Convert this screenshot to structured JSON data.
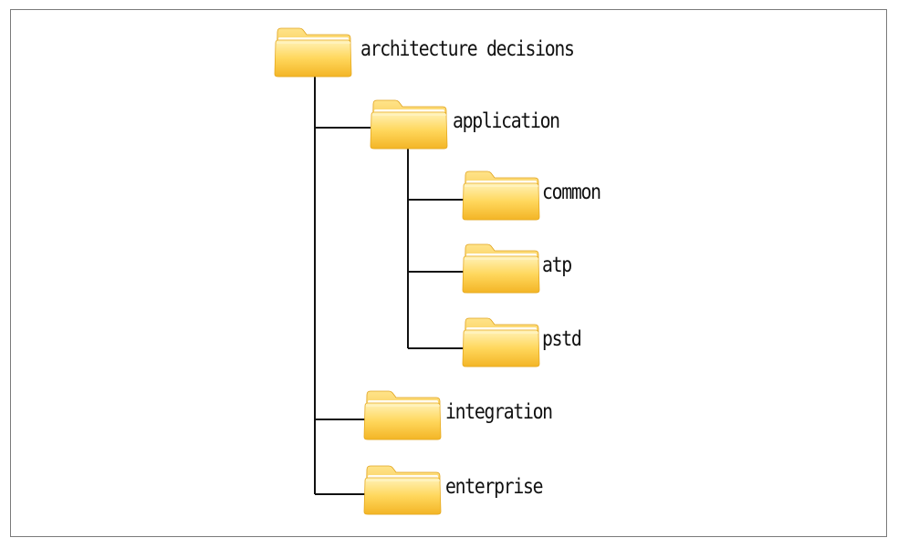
{
  "tree": {
    "root": {
      "label": "architecture decisions",
      "icon": "folder-icon"
    },
    "application": {
      "label": "application",
      "icon": "folder-icon"
    },
    "common": {
      "label": "common",
      "icon": "folder-icon"
    },
    "atp": {
      "label": "atp",
      "icon": "folder-icon"
    },
    "pstd": {
      "label": "pstd",
      "icon": "folder-icon"
    },
    "integration": {
      "label": "integration",
      "icon": "folder-icon"
    },
    "enterprise": {
      "label": "enterprise",
      "icon": "folder-icon"
    }
  },
  "colors": {
    "folder_light": "#ffe98a",
    "folder_mid": "#ffd04a",
    "folder_dark": "#f1ab17",
    "connector": "#111111",
    "frame": "#7a7a7a"
  }
}
